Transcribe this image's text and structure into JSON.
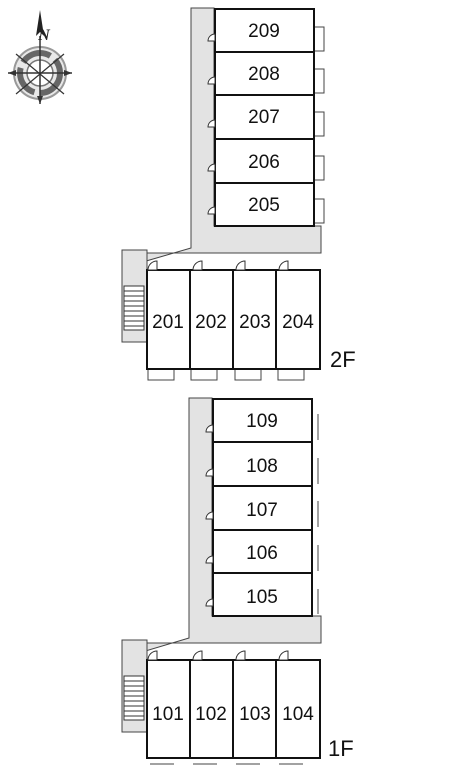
{
  "compass": {
    "north_label": "N",
    "icon": "compass-rose-icon"
  },
  "floors": [
    {
      "id": "2f",
      "label": "2F",
      "wing_units": [
        "209",
        "208",
        "207",
        "206",
        "205"
      ],
      "row_units": [
        "201",
        "202",
        "203",
        "204"
      ]
    },
    {
      "id": "1f",
      "label": "1F",
      "wing_units": [
        "109",
        "108",
        "107",
        "106",
        "105"
      ],
      "row_units": [
        "101",
        "102",
        "103",
        "104"
      ]
    }
  ],
  "colors": {
    "corridor": "#e3e3e3",
    "outline": "#111111",
    "background": "#ffffff"
  }
}
